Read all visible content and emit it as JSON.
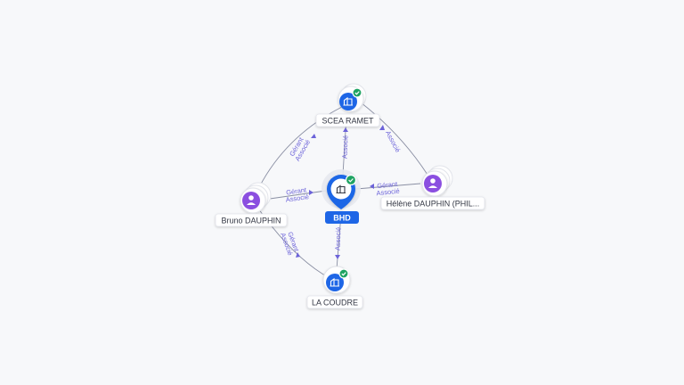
{
  "colors": {
    "company": "#1e66e6",
    "person": "#8b4fe0",
    "verified": "#1ea362",
    "edge_label": "#6c63d9"
  },
  "nodes": {
    "bhd": {
      "label": "BHD",
      "icon": "building-icon",
      "verified": true
    },
    "scea_ramet": {
      "label": "SCEA RAMET",
      "icon": "building-icon",
      "verified": true
    },
    "la_coudre": {
      "label": "LA COUDRE",
      "icon": "building-icon",
      "verified": true
    },
    "bruno": {
      "label": "Bruno DAUPHIN",
      "icon": "person-icon"
    },
    "helene": {
      "label": "Hélène DAUPHIN (PHIL...",
      "icon": "person-icon"
    }
  },
  "edges": {
    "bruno_scea": {
      "l1": "Gérant",
      "l2": "Associé"
    },
    "bruno_bhd": {
      "l1": "Gérant",
      "l2": "Associé"
    },
    "bruno_coudre": {
      "l1": "Gérant",
      "l2": "Associé"
    },
    "helene_bhd": {
      "l1": "Gérant",
      "l2": "Associé"
    },
    "helene_scea": {
      "l1": "Associé"
    },
    "scea_bhd": {
      "l1": "Associé"
    },
    "bhd_coudre": {
      "l1": "Associé"
    }
  }
}
